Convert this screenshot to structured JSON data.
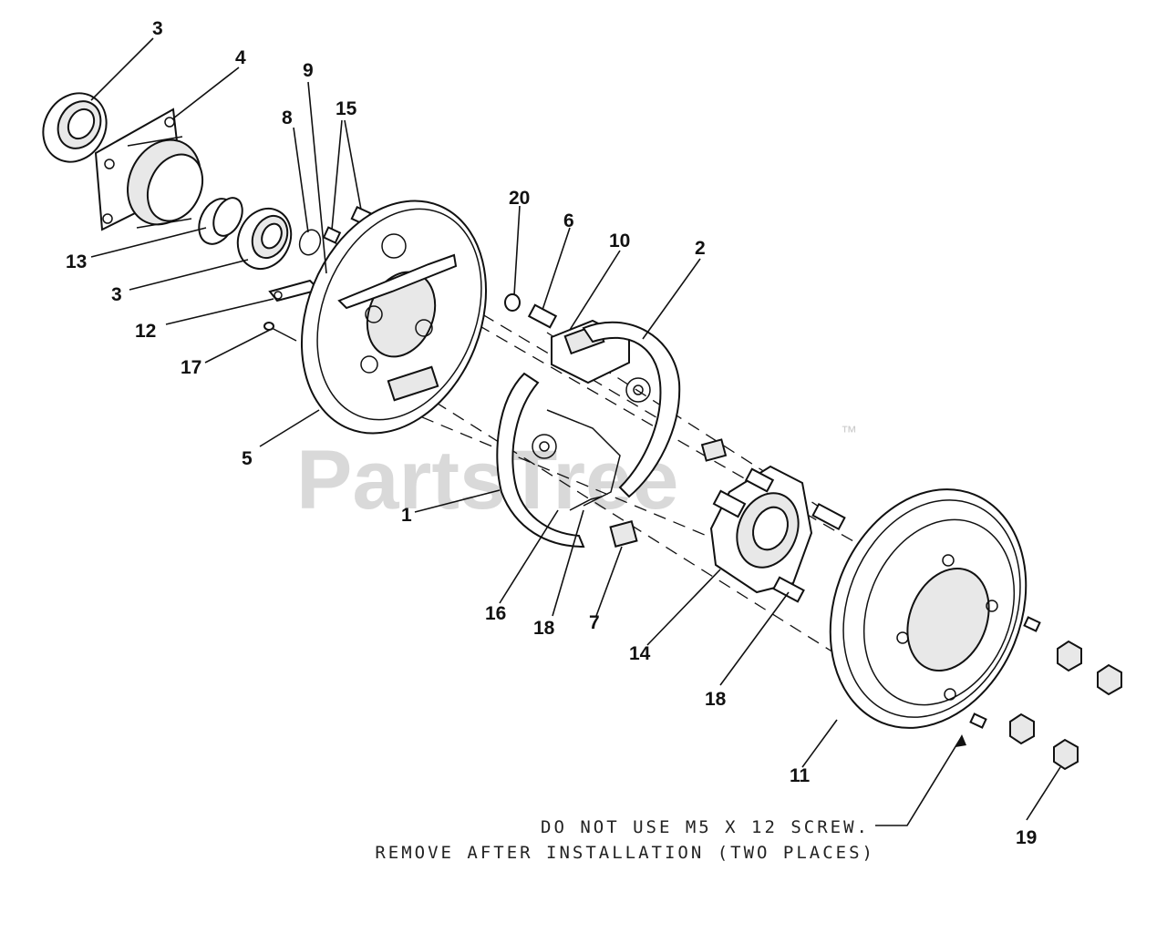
{
  "watermark": {
    "text": "PartsTree",
    "trademark": "™"
  },
  "callouts": [
    {
      "id": "c1",
      "label": "1"
    },
    {
      "id": "c2",
      "label": "2"
    },
    {
      "id": "c3a",
      "label": "3"
    },
    {
      "id": "c3b",
      "label": "3"
    },
    {
      "id": "c4",
      "label": "4"
    },
    {
      "id": "c5",
      "label": "5"
    },
    {
      "id": "c6",
      "label": "6"
    },
    {
      "id": "c7",
      "label": "7"
    },
    {
      "id": "c8",
      "label": "8"
    },
    {
      "id": "c9",
      "label": "9"
    },
    {
      "id": "c10",
      "label": "10"
    },
    {
      "id": "c11",
      "label": "11"
    },
    {
      "id": "c12",
      "label": "12"
    },
    {
      "id": "c13",
      "label": "13"
    },
    {
      "id": "c14",
      "label": "14"
    },
    {
      "id": "c15",
      "label": "15"
    },
    {
      "id": "c16",
      "label": "16"
    },
    {
      "id": "c17",
      "label": "17"
    },
    {
      "id": "c18a",
      "label": "18"
    },
    {
      "id": "c18b",
      "label": "18"
    },
    {
      "id": "c19",
      "label": "19"
    },
    {
      "id": "c20",
      "label": "20"
    }
  ],
  "note": {
    "line1": "DO NOT USE M5 X 12 SCREW.",
    "line2": "REMOVE AFTER INSTALLATION (TWO PLACES)"
  }
}
